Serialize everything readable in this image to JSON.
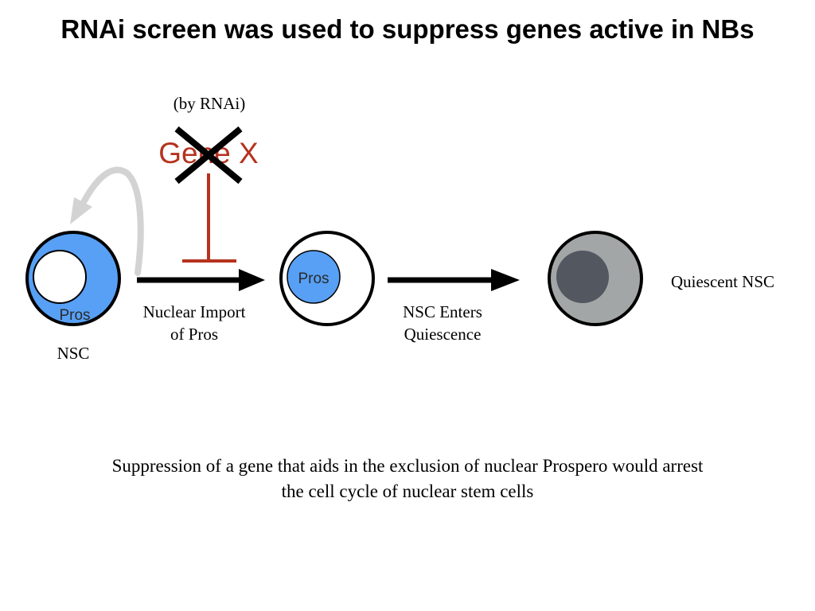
{
  "title": "RNAi screen was used to suppress genes active in NBs",
  "inhibitor": {
    "method_label": "(by RNAi)",
    "gene_label": "Gene X"
  },
  "cells": {
    "nsc": {
      "nucleus_label": "Pros",
      "caption": "NSC"
    },
    "intermediate": {
      "nucleus_label": "Pros"
    },
    "quiescent": {
      "caption": "Quiescent NSC"
    }
  },
  "arrows": {
    "import": {
      "label_line1": "Nuclear Import",
      "label_line2": "of Pros"
    },
    "quiescence": {
      "label_line1": "NSC Enters",
      "label_line2": "Quiescence"
    }
  },
  "caption": {
    "line1": "Suppression of a gene that aids in the exclusion of nuclear Prospero would arrest",
    "line2": "the cell cycle of nuclear stem cells"
  },
  "colors": {
    "cell_blue": "#57a0f5",
    "gene_red": "#b5321e",
    "quiescent_gray": "#a3a6a6",
    "quiescent_nucleus": "#525760",
    "loop_arrow_gray": "#d3d3d3"
  }
}
